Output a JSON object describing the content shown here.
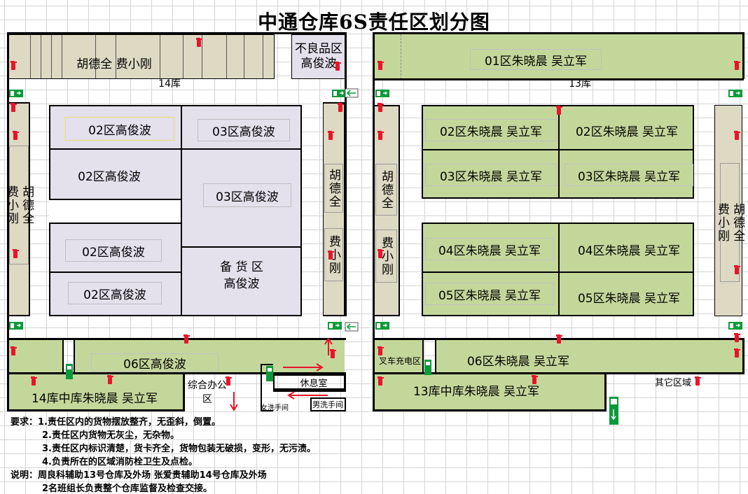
{
  "title": "中通仓库6S责任区划分图",
  "warehouse14": {
    "top_zone": "胡德全 费小刚",
    "defective": "不良品区\n高俊波",
    "label": "14库",
    "left_column": "胡德全\n费小刚",
    "right_column_a": "胡德全",
    "right_column_b": "费小刚",
    "z02a": "02区高俊波",
    "z03a": "03区高俊波",
    "z02b": "02区高俊波",
    "z03b": "03区高俊波",
    "z02c": "02区高俊波",
    "z02d": "02区高俊波",
    "reserve_a": "备 货 区",
    "reserve_b": "高俊波",
    "z06": "06区高俊波",
    "middle": "14库中库朱晓晨 吴立军",
    "office": "综合办公区",
    "lounge": "休息室",
    "women_wash": "女洗手间",
    "men_wash": "男洗手间"
  },
  "warehouse13": {
    "top_zone": "01区朱晓晨 吴立军",
    "label": "13库",
    "left_column_a": "胡德全",
    "left_column_b": "费小刚",
    "right_column": "胡德全\n费小刚",
    "grid": [
      "02区朱晓晨 吴立军",
      "02区朱晓晨 吴立军",
      "03区朱晓晨 吴立军",
      "03区朱晓晨 吴立军",
      "04区朱晓晨 吴立军",
      "04区朱晓晨 吴立军",
      "05区朱晓晨 吴立军",
      "05区朱晓晨 吴立军"
    ],
    "forklift": "叉车充电区",
    "z06": "06区朱晓晨 吴立军",
    "middle": "13库中库朱晓晨 吴立军",
    "other": "其它区域"
  },
  "notes": {
    "req1": "要求：1.责任区内的货物摆放整齐，无歪斜，倒置。",
    "req2": "2.责任区内货物无灰尘，无杂物。",
    "req3": "3.责任区内标识清楚，货卡齐全，货物包装无破损，变形，无污渍。",
    "req4": "4.负责所在的区域消防栓卫生及点检。",
    "exp1": "说明：周良科辅助13号仓库及外场  张爱贵辅助14号仓库及外场",
    "exp2": "2名班组长负责整个仓库监督及检查交接。"
  },
  "colors": {
    "zone_green": "#c4d79b",
    "zone_lavender": "#e4e0ec",
    "column_tan": "#ddd9c3",
    "extinguisher": "#e8142a",
    "exit_sign": "#0a9a3a",
    "arrow": "#e8142a"
  },
  "icons": {
    "extinguisher": "fire-extinguisher-icon",
    "exit": "emergency-exit-icon",
    "arrow": "direction-arrow-icon"
  }
}
